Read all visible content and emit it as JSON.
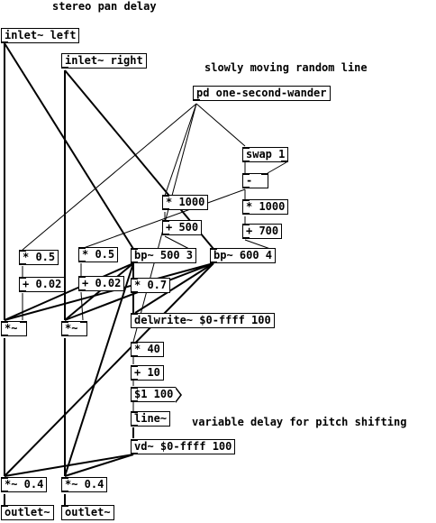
{
  "comments": {
    "title": "stereo pan delay",
    "random_line": "slowly moving random line",
    "pitch_shift": "variable delay for pitch shifting"
  },
  "objects": {
    "inlet_left": "inlet~ left",
    "inlet_right": "inlet~ right",
    "wander": "pd one-second-wander",
    "swap": "swap 1",
    "minus": "-",
    "mul1000_a": "* 1000",
    "mul1000_b": "* 1000",
    "add500": "+ 500",
    "add700": "+ 700",
    "mul05_a": "* 0.5",
    "mul05_b": "* 0.5",
    "bp500": "bp~ 500 3",
    "bp600": "bp~ 600 4",
    "add002_a": "+ 0.02",
    "add002_b": "+ 0.02",
    "mul07": "* 0.7",
    "sigmul_a": "*~",
    "sigmul_b": "*~",
    "delwrite": "delwrite~ $0-ffff 100",
    "mul40": "* 40",
    "add10": "+ 10",
    "msg_line": "$1 100",
    "line": "line~",
    "vd": "vd~ $0-ffff 100",
    "sigmul04_a": "*~ 0.4",
    "sigmul04_b": "*~ 0.4",
    "outlet_left": "outlet~",
    "outlet_right": "outlet~"
  }
}
